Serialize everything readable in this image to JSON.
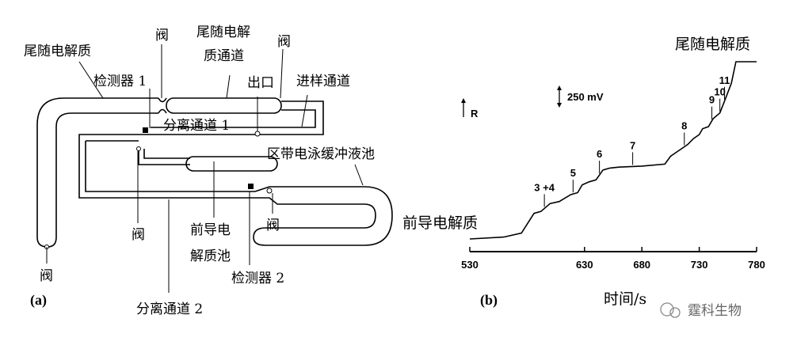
{
  "panel_a": {
    "panel_label": "(a)",
    "labels": {
      "trailing_electrolyte": "尾随电解质",
      "valve_top_left": "阀",
      "trailing_channel_line1": "尾随电解",
      "trailing_channel_line2": "质通道",
      "valve_top_right": "阀",
      "detector1": "检测器 1",
      "outlet": "出口",
      "injection_channel": "进样通道",
      "separation_channel1": "分离通道 1",
      "zone_buffer_pool": "区带电泳缓冲液池",
      "valve_left_mid": "阀",
      "leading_pool_line1": "前导电",
      "leading_pool_line2": "解质池",
      "valve_right_mid": "阀",
      "detector2": "检测器 2",
      "valve_bottom": "阀",
      "separation_channel2": "分离通道 2"
    }
  },
  "panel_b": {
    "panel_label": "(b)",
    "trailing_label": "尾随电解质",
    "leading_label": "前导电解质",
    "r_label": "R",
    "scale_label": "250 mV",
    "xlabel": "时间/s",
    "watermark": "霆科生物"
  },
  "chart_data": {
    "type": "line",
    "title": "",
    "xlabel": "时间/s",
    "ylabel": "R",
    "xlim": [
      530,
      780
    ],
    "x_ticks": [
      530,
      630,
      680,
      730,
      780
    ],
    "x_tick_labels": [
      "530",
      "630",
      "680",
      "730",
      "780"
    ],
    "y_units": "mV",
    "y_scale_bar_mV": 250,
    "series": [
      {
        "x": [
          530,
          560,
          575,
          586,
          592,
          600,
          608,
          618,
          624,
          628,
          634,
          640,
          646,
          652,
          660,
          680,
          700,
          705,
          710,
          715,
          720,
          725,
          730,
          733,
          738,
          742,
          748,
          752,
          758,
          762,
          770,
          780
        ],
        "y": [
          0,
          10,
          30,
          130,
          140,
          180,
          190,
          225,
          235,
          275,
          290,
          300,
          350,
          360,
          365,
          370,
          380,
          420,
          440,
          460,
          480,
          510,
          530,
          560,
          570,
          610,
          640,
          700,
          790,
          900,
          900,
          900
        ]
      }
    ],
    "annotations": [
      {
        "text": "3 +4",
        "x": 595
      },
      {
        "text": "5",
        "x": 620
      },
      {
        "text": "6",
        "x": 643
      },
      {
        "text": "7",
        "x": 672
      },
      {
        "text": "8",
        "x": 717
      },
      {
        "text": "9",
        "x": 741
      },
      {
        "text": "10",
        "x": 748
      },
      {
        "text": "11",
        "x": 752
      }
    ]
  }
}
